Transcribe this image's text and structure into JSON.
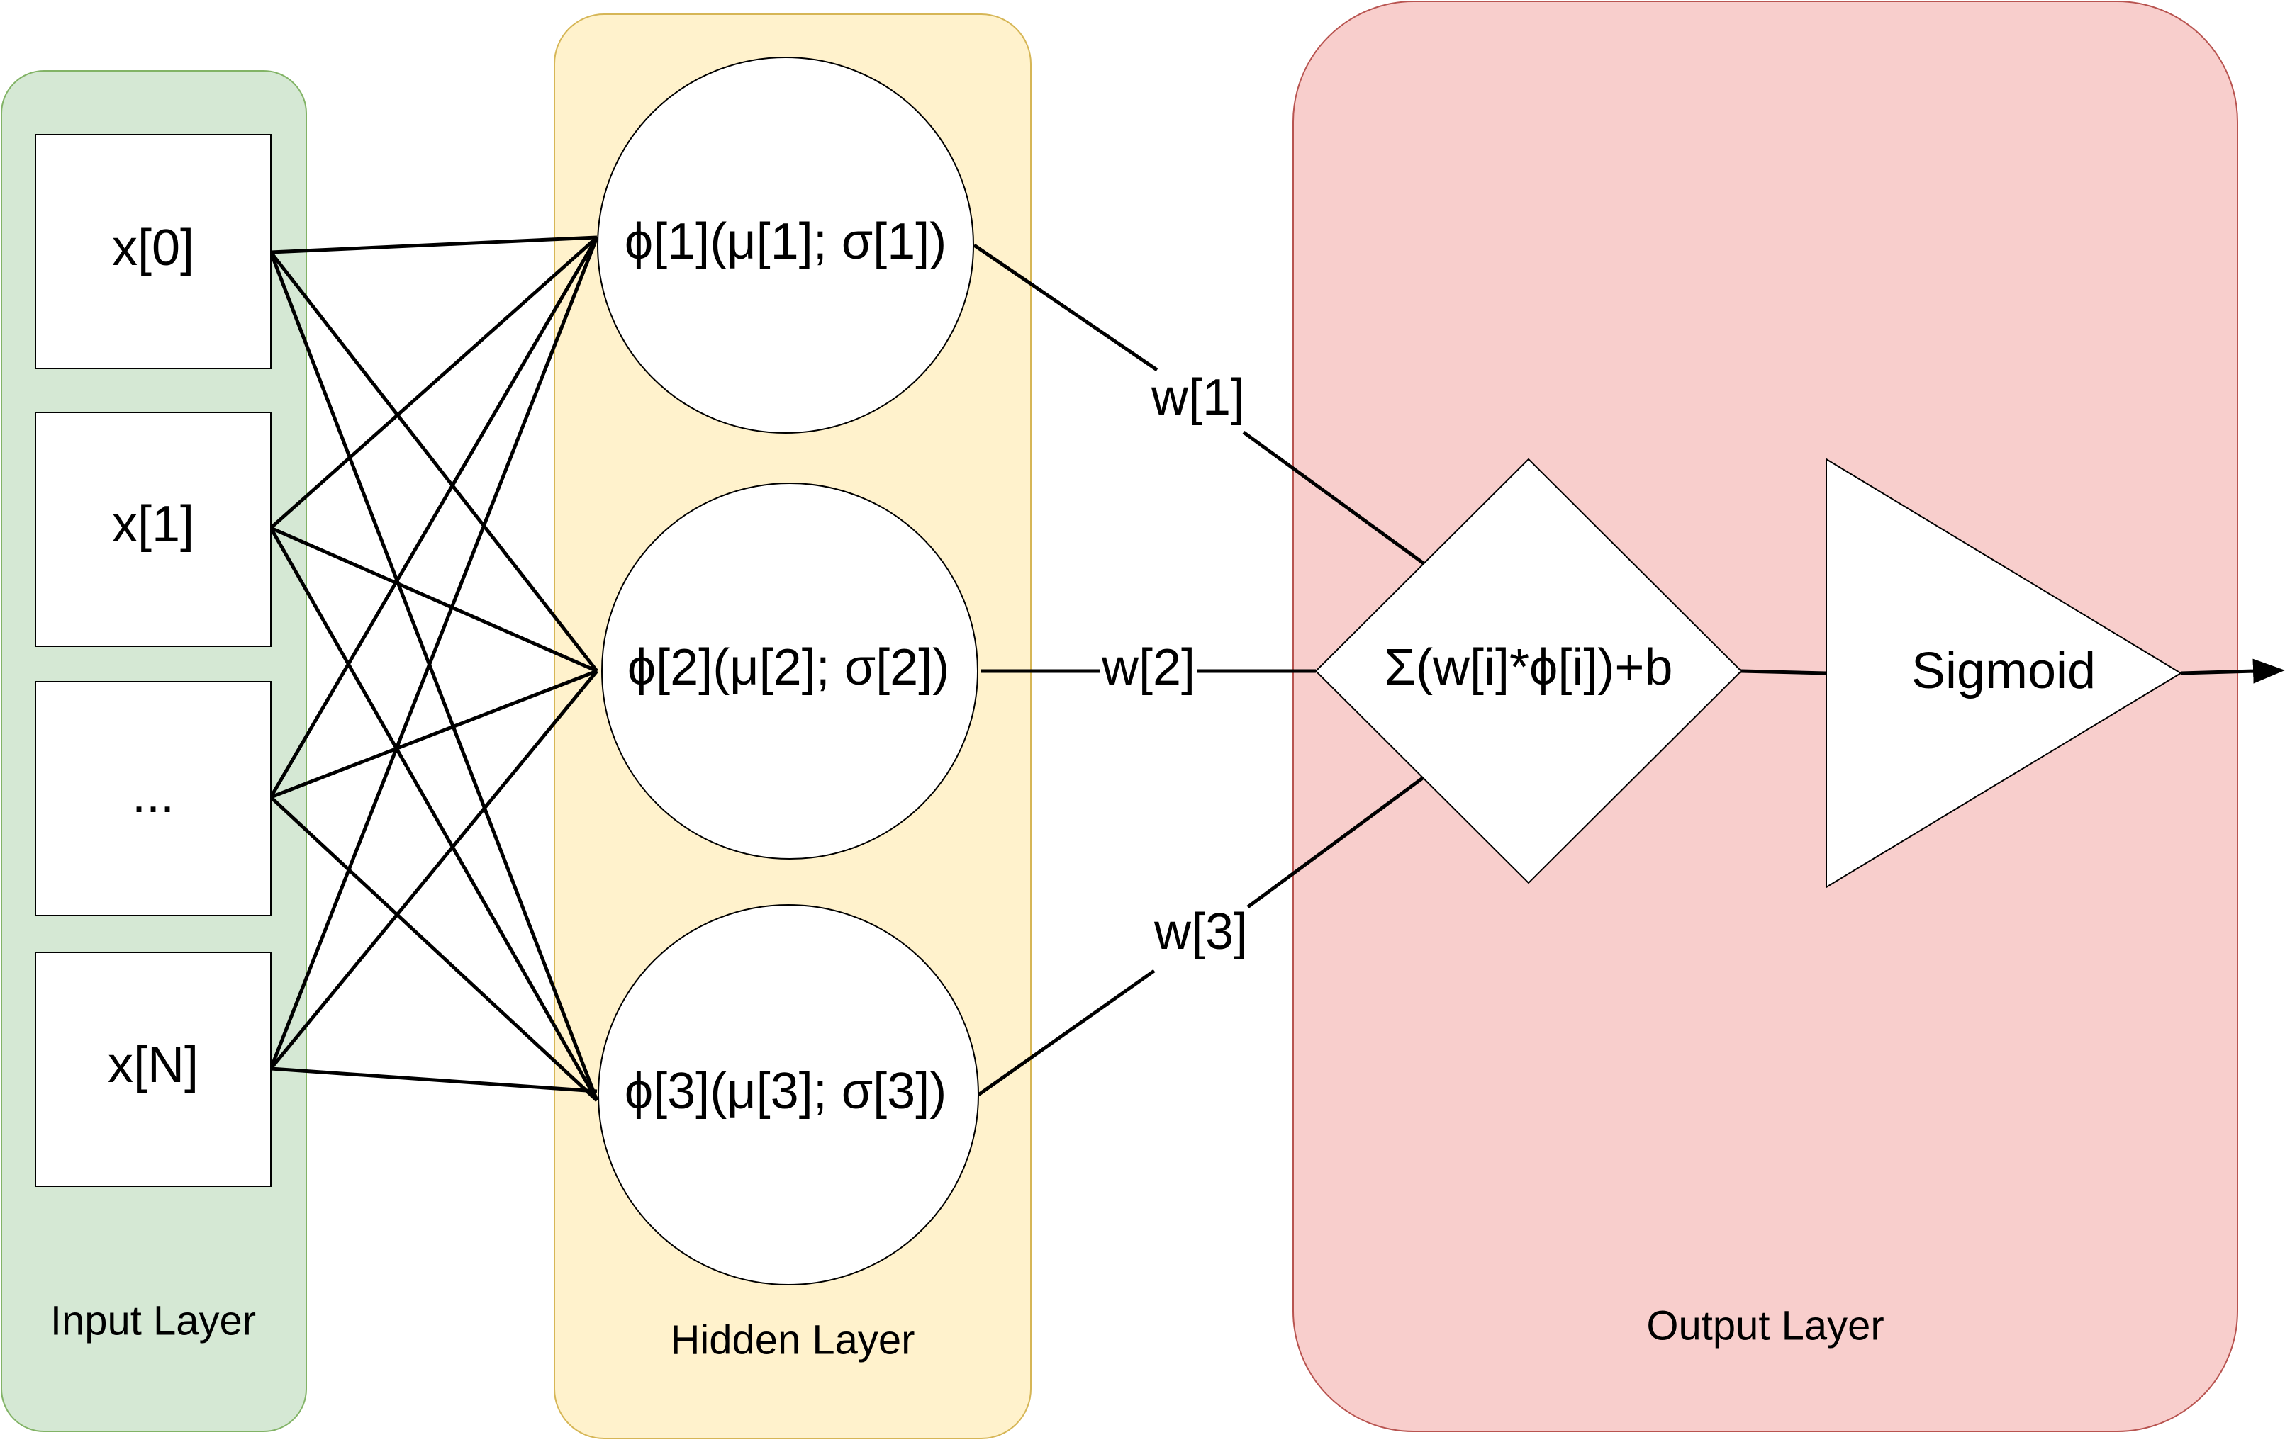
{
  "colors": {
    "input_layer_fill": "#d5e8d4",
    "input_layer_stroke": "#82b366",
    "hidden_layer_fill": "#fff2cc",
    "hidden_layer_stroke": "#d6b656",
    "output_layer_fill": "#f8cecc",
    "output_layer_stroke": "#b85450",
    "node_fill": "#ffffff",
    "node_stroke": "#000000"
  },
  "input_layer": {
    "label": "Input Layer",
    "nodes": [
      "x[0]",
      "x[1]",
      "...",
      "x[N]"
    ]
  },
  "hidden_layer": {
    "label": "Hidden Layer",
    "nodes": [
      "ϕ[1](μ[1]; σ[1])",
      "ϕ[2](μ[2]; σ[2])",
      "ϕ[3](μ[3]; σ[3])"
    ]
  },
  "weights": [
    "w[1]",
    "w[2]",
    "w[3]"
  ],
  "output_layer": {
    "label": "Output Layer",
    "sum_node": "Σ(w[i]*ϕ[i])+b",
    "activation_node": "Sigmoid"
  }
}
